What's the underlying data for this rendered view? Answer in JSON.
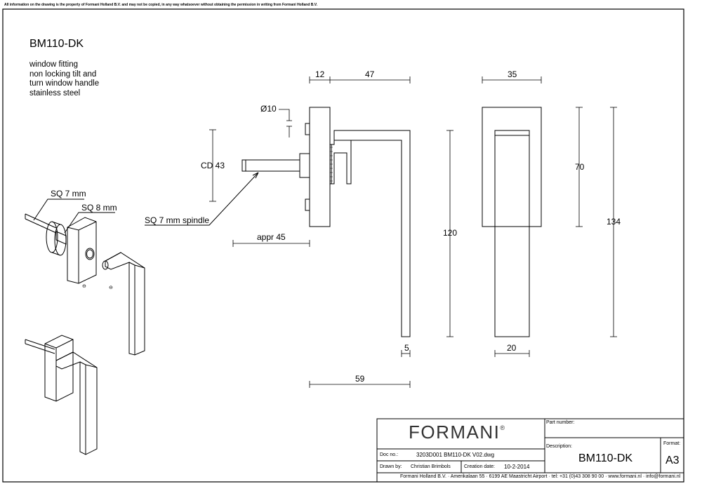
{
  "notice": "All information on the drawing is the property of Formani Holland B.V. and may not be copied, in any way whatsoever without obtaining the permission in writing from Formani Holland B.V.",
  "product": {
    "code": "BM110-DK",
    "description": [
      "window fitting",
      "non locking tilt and",
      "turn window handle",
      "stainless steel"
    ]
  },
  "dimensions": {
    "d12": "12",
    "d47": "47",
    "d35": "35",
    "phi10": "Ø10",
    "cd43": "CD 43",
    "d70": "70",
    "d134": "134",
    "d120": "120",
    "appr45": "appr 45",
    "d5": "5",
    "d20": "20",
    "d59": "59"
  },
  "callouts": {
    "sq7": "SQ 7 mm",
    "sq8": "SQ 8 mm",
    "spindle": "SQ 7 mm spindle"
  },
  "title_block": {
    "brand": "FORMANI",
    "brand_mark": "®",
    "part_number_label": "Part number:",
    "part_number_value": "",
    "description_label": "Description:",
    "description_value": "BM110-DK",
    "format_label": "Format:",
    "format_value": "A3",
    "doc_no_label": "Doc no.:",
    "doc_no_value": "3203D001 BM110-DK  V02.dwg",
    "drawn_by_label": "Drawn by:",
    "drawn_by_value": "Christian Brimbols",
    "creation_date_label": "Creation date:",
    "creation_date_value": "10-2-2014",
    "footer": "Formani Holland B.V. · Amerikalaan 55 · 6199 AE Maastricht Airport · tel: +31 (0)43 308 90 00 · www.formani.nl · info@formani.nl"
  }
}
